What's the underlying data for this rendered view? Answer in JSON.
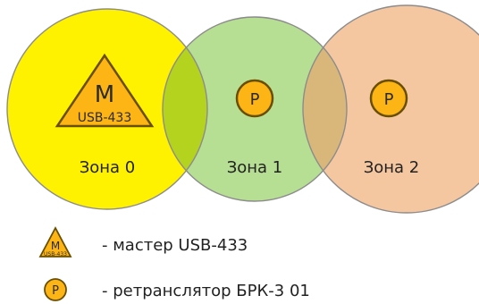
{
  "diagram": {
    "zones": [
      {
        "label": "Зона 0"
      },
      {
        "label": "Зона 1"
      },
      {
        "label": "Зона 2"
      }
    ],
    "master": {
      "letter": "M",
      "model": "USB-433"
    },
    "repeater": {
      "letter": "P"
    },
    "legend": {
      "master_text": "- мастер USB-433",
      "repeater_text": "- ретранслятор БРК-3 01",
      "master_icon_letter": "M",
      "master_icon_model": "USB-433",
      "repeater_icon_letter": "P"
    }
  },
  "colors": {
    "zone0_fill": "#FFF200",
    "zone1_fill": "#B7DF93",
    "zone2_fill": "#F5C7A1",
    "overlap01_fill": "#B3D31F",
    "overlap12_fill": "#D9B77A",
    "badge_fill": "#FDB515",
    "badge_stroke": "#6A4E00",
    "circle_stroke": "#8C8C8C"
  },
  "icons": [
    "triangle-master-icon",
    "repeater-badge-icon"
  ]
}
